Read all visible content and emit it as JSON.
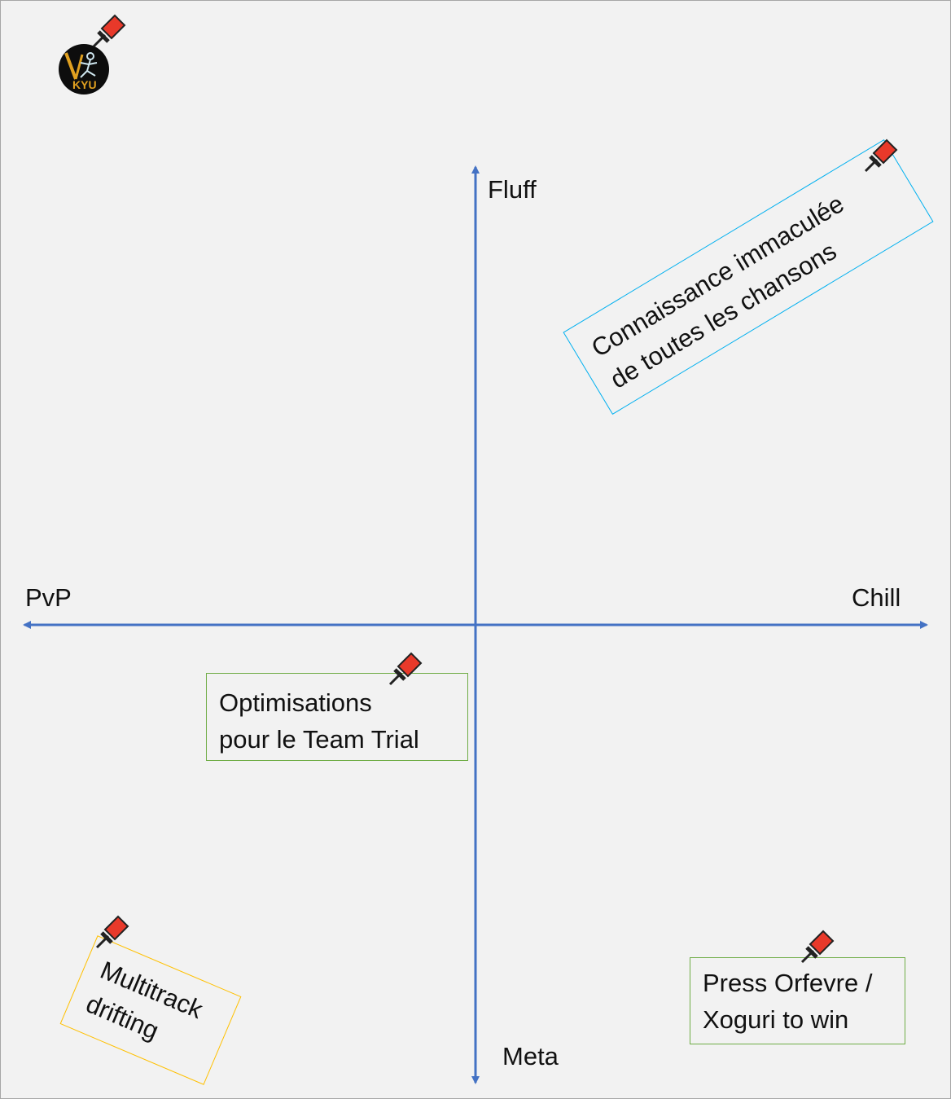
{
  "axes": {
    "top": "Fluff",
    "bottom": "Meta",
    "left": "PvP",
    "right": "Chill",
    "color": "#4472c4"
  },
  "logo": {
    "text": "KYU"
  },
  "notes": [
    {
      "text": "Connaissance immaculée\nde toutes les chansons",
      "border": "#00b0f0"
    },
    {
      "text": "Optimisations\npour le Team Trial",
      "border": "#70ad47"
    },
    {
      "text": "Multitrack\ndrifting",
      "border": "#ffc000"
    },
    {
      "text": "Press Orfevre /\nXoguri to win",
      "border": "#70ad47"
    }
  ],
  "pin_icon": "pushpin-icon"
}
